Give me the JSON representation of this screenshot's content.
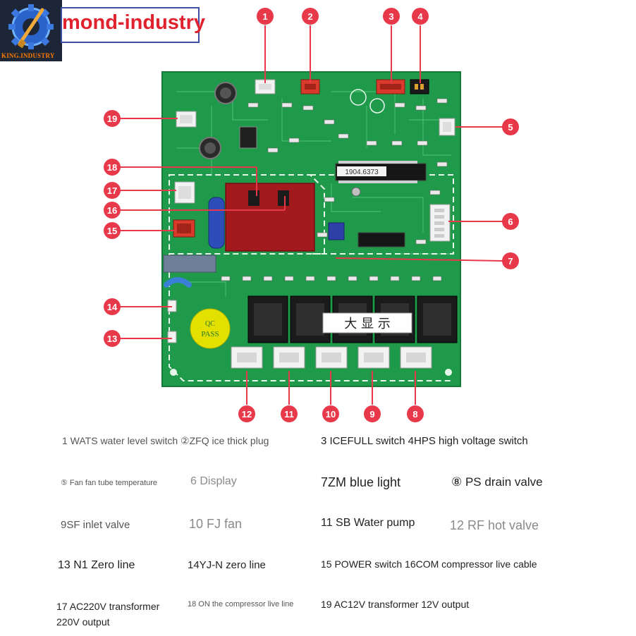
{
  "brand": {
    "logo_text": "KING.INDUSTRY",
    "title": "mond-industry"
  },
  "colors": {
    "board_green": "#1f9a4a",
    "board_dark": "#137a37",
    "marker_red": "#e8394a",
    "connector_white": "#f2f2f2",
    "connector_red": "#d93a2b",
    "relay_black": "#1b1b1b"
  },
  "board": {
    "chip_label": "1904.6373",
    "display_label": "大 显 示",
    "qc_top": "QC",
    "qc_bottom": "PASS"
  },
  "markers": {
    "m1": "1",
    "m2": "2",
    "m3": "3",
    "m4": "4",
    "m5": "5",
    "m6": "6",
    "m7": "7",
    "m8": "8",
    "m9": "9",
    "m10": "10",
    "m11": "11",
    "m12": "12",
    "m13": "13",
    "m14": "14",
    "m15": "15",
    "m16": "16",
    "m17": "17",
    "m18": "18",
    "m19": "19"
  },
  "legend": {
    "l1": "1 WATS water level switch ②ZFQ ice thick plug",
    "l2": "3 ICEFULL switch 4HPS high voltage switch",
    "l3": "⑤ Fan fan tube temperature",
    "l4": "6 Display",
    "l5": "7ZM blue light",
    "l6": "⑧ PS drain valve",
    "l7": "9SF inlet valve",
    "l8": "10 FJ fan",
    "l9": "11 SB Water pump",
    "l10": "12 RF hot valve",
    "l11": "13 N1 Zero line",
    "l12": "14YJ-N zero line",
    "l13": "15 POWER switch 16COM compressor live cable",
    "l14a": "17 AC220V transformer",
    "l14b": "220V output",
    "l15": "18 ON the compressor live line",
    "l16": "19 AC12V transformer 12V output"
  }
}
